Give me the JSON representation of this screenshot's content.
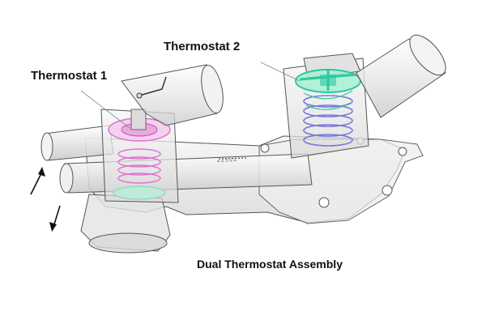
{
  "labels": {
    "thermostat_1": "Thermostat 1",
    "thermostat_2": "Thermostat 2",
    "caption": "Dual Thermostat Assembly"
  },
  "colors": {
    "background": "#ffffff",
    "housing_stroke": "#555555",
    "thermostat_1_accent": "#e070d0",
    "thermostat_2_accent": "#2cc8a0",
    "spring_2": "#7a7ad8",
    "valve_green": "#7fd6b0"
  }
}
